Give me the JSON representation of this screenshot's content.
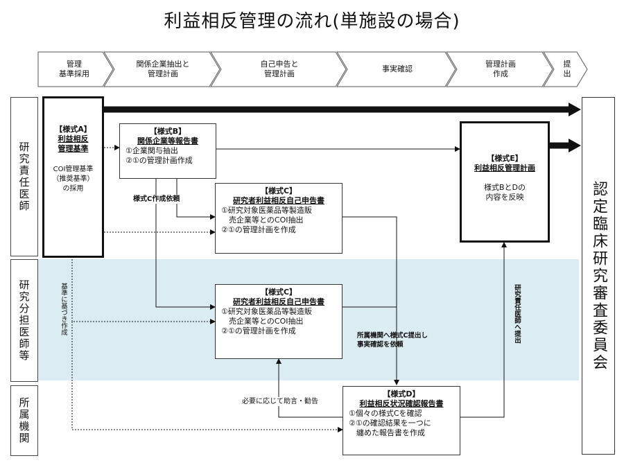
{
  "title": "利益相反管理の流れ(単施設の場合)",
  "stages": [
    "管理\n基準採用",
    "関係企業抽出と\n管理計画",
    "自己申告と\n管理計画",
    "事実確認",
    "管理計画\n作成",
    "提\n出"
  ],
  "rows": {
    "investigator": "研究責任医師",
    "sub_investigator": "研究分担医師等",
    "institution": "所属機関"
  },
  "form_a": {
    "tag": "【様式A】",
    "title": "利益相反\n管理基準",
    "desc": "COI管理基準\n（推奨基準）\nの採用"
  },
  "form_b": {
    "tag": "【様式B】",
    "title": "関係企業等報告書",
    "lines": "①企業関与抽出\n②①の管理計画作成"
  },
  "form_c1": {
    "tag": "【様式C】",
    "title": "研究者利益相反自己申告書",
    "lines": "①研究対象医薬品等製造販\n　売企業等とのCOI抽出\n②①の管理計画を作成"
  },
  "form_c2": {
    "tag": "【様式C】",
    "title": "研究者利益相反自己申告書",
    "lines": "①研究対象医薬品等製造販\n　売企業等とのCOI抽出\n②①の管理計画を作成"
  },
  "form_d": {
    "tag": "【様式D】",
    "title": "利益相反状況確認報告書",
    "lines": "①個々の様式Cを確認\n②①の確認結果を一つに\n　纏めた報告書を作成"
  },
  "form_e": {
    "tag": "【様式E】",
    "title": "利益相反管理計画",
    "desc": "様式BとDの\n内容を反映"
  },
  "committee": "認定臨床研究審査委員会",
  "labels": {
    "c_request": "様式C作成依頼",
    "based_on_standard": "基準に基づき作成",
    "submit_request": "所属機関へ様式C提出し\n事実確認を依頼",
    "advice": "必要に応じて助言・勧告",
    "to_investigator": "研究責任医師へ提出"
  }
}
